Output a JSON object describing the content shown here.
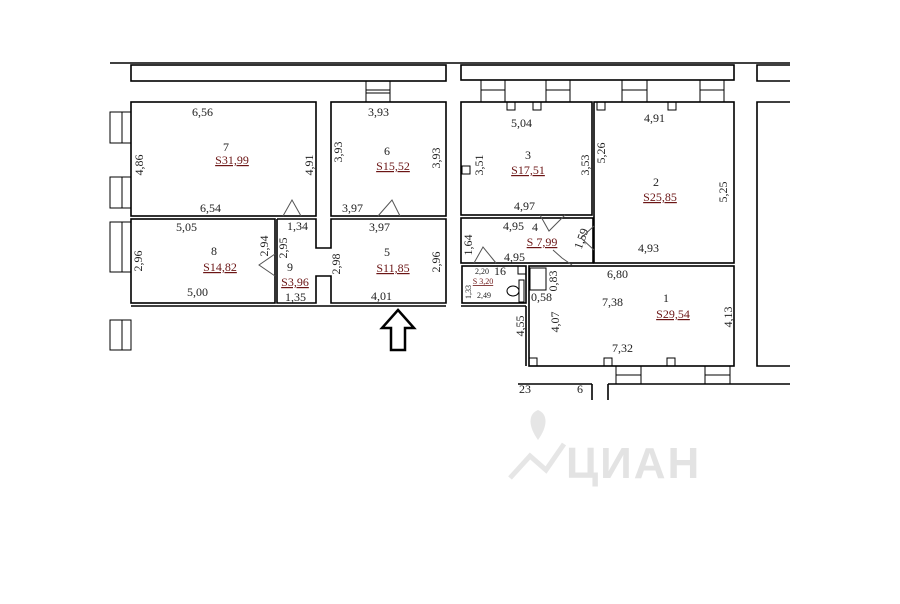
{
  "watermark": "ЦИАН",
  "colors": {
    "wall": "#000000",
    "area_text": "#6b1515",
    "watermark": "#e3e3e3"
  },
  "rooms": {
    "r7": {
      "num": "7",
      "area": "S31,99",
      "dims": [
        "6,56",
        "4,86",
        "4,91",
        "6,54"
      ]
    },
    "r6": {
      "num": "6",
      "area": "S15,52",
      "dims": [
        "3,93",
        "3,93",
        "3,93",
        "3,97"
      ]
    },
    "r3": {
      "num": "3",
      "area": "S17,51",
      "dims": [
        "5,04",
        "3,51",
        "3,53",
        "4,97"
      ]
    },
    "r2": {
      "num": "2",
      "area": "S25,85",
      "dims": [
        "4,91",
        "5,26",
        "5,25",
        "4,93"
      ]
    },
    "r4": {
      "num": "4",
      "area": "S 7,99",
      "dims": [
        "4,95",
        "1,64",
        "4,95",
        "1,59"
      ]
    },
    "r8": {
      "num": "8",
      "area": "S14,82",
      "dims": [
        "5,05",
        "2,96",
        "2,94",
        "5,00"
      ]
    },
    "r9": {
      "num": "9",
      "area": "S3,96",
      "dims": [
        "1,34",
        "2,95",
        "2,98",
        "1,35"
      ]
    },
    "r5": {
      "num": "5",
      "area": "S11,85",
      "dims": [
        "3,97",
        "2,96",
        "4,01"
      ]
    },
    "r16": {
      "num": "16",
      "area": "S 3,20",
      "dims": [
        "2,20",
        "1,33",
        "2,49",
        "0,83",
        "0,58"
      ]
    },
    "r1": {
      "num": "1",
      "area": "S29,54",
      "dims": [
        "6,80",
        "7,38",
        "4,07",
        "4,13",
        "7,32"
      ]
    }
  },
  "partial": {
    "bottom_left": "23",
    "bottom_mid": "6",
    "left_side": "4,55"
  }
}
